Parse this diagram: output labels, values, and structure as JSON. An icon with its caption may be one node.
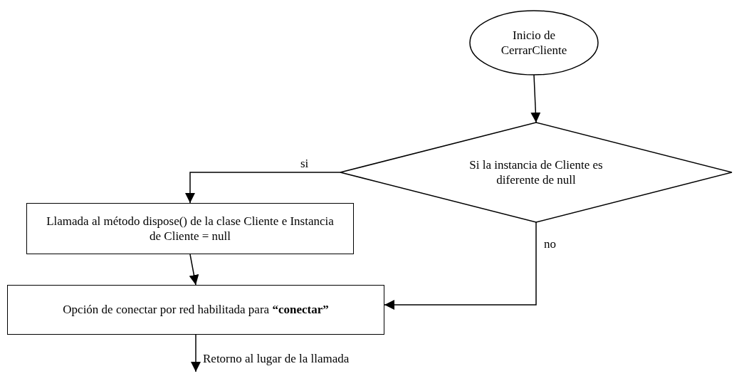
{
  "diagram": {
    "nodes": [
      {
        "text": [
          "Inicio de CerrarCliente"
        ]
      },
      {
        "text": [
          "Si la instancia de Cliente es diferente de null"
        ]
      },
      {
        "text": [
          "Llamada al método dispose() de la clase Cliente e Instancia de Cliente = null"
        ]
      },
      {
        "text": [
          "Opción de conectar por red habilitada para **“conectar”**"
        ]
      }
    ],
    "edges": [
      {
        "from": 0,
        "to": 1,
        "arrow": "to"
      },
      {
        "from": 1,
        "to": 2,
        "arrow": "to",
        "label": "si"
      },
      {
        "from": 2,
        "to": 3,
        "arrow": "to"
      },
      {
        "from": 1,
        "to": 3,
        "arrow": "to",
        "label": "no"
      },
      {
        "from": 3,
        "to": null,
        "arrow": "to",
        "label": "Retorno al lugar de la llamada"
      }
    ]
  }
}
